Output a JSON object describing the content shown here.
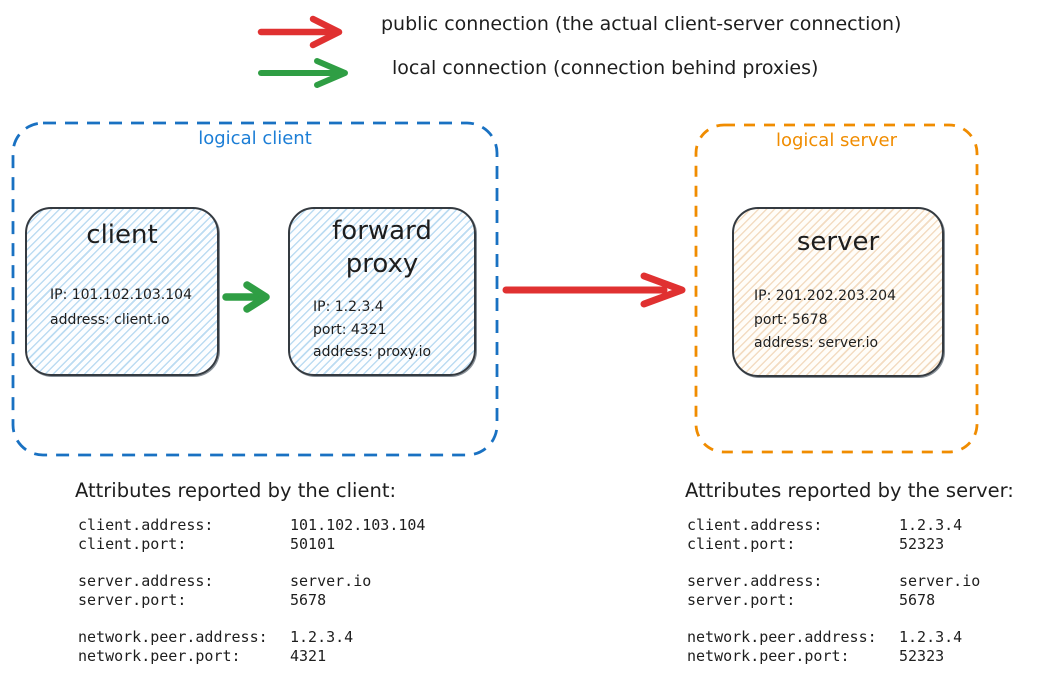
{
  "legend": {
    "items": [
      {
        "icon": "red-arrow",
        "color": "#e03131",
        "label": "public connection (the actual client-server connection)"
      },
      {
        "icon": "green-arrow",
        "color": "#2f9e44",
        "label": "local connection (connection behind proxies)"
      }
    ]
  },
  "groups": {
    "logical_client": {
      "label": "logical client",
      "color": "#1971c2",
      "nodes": [
        {
          "title": "client",
          "lines": [
            "IP: 101.102.103.104",
            "address: client.io"
          ]
        },
        {
          "title": "forward proxy",
          "lines": [
            "IP: 1.2.3.4",
            "port: 4321",
            "address: proxy.io"
          ]
        }
      ]
    },
    "logical_server": {
      "label": "logical server",
      "color": "#f08c00",
      "nodes": [
        {
          "title": "server",
          "lines": [
            "IP: 201.202.203.204",
            "port: 5678",
            "address: server.io"
          ]
        }
      ]
    }
  },
  "connections": [
    {
      "from": "client",
      "to": "forward proxy",
      "type": "local",
      "color": "#2f9e44"
    },
    {
      "from": "forward proxy",
      "to": "server",
      "type": "public",
      "color": "#e03131"
    }
  ],
  "attributes": {
    "client": {
      "heading": "Attributes reported by the client:",
      "groups": [
        [
          {
            "name": "client.address:",
            "value": "101.102.103.104"
          },
          {
            "name": "client.port:",
            "value": "50101"
          }
        ],
        [
          {
            "name": "server.address:",
            "value": "server.io"
          },
          {
            "name": "server.port:",
            "value": "5678"
          }
        ],
        [
          {
            "name": "network.peer.address:",
            "value": "1.2.3.4"
          },
          {
            "name": "network.peer.port:",
            "value": "4321"
          }
        ]
      ]
    },
    "server": {
      "heading": "Attributes reported by the server:",
      "groups": [
        [
          {
            "name": "client.address:",
            "value": "1.2.3.4"
          },
          {
            "name": "client.port:",
            "value": "52323"
          }
        ],
        [
          {
            "name": "server.address:",
            "value": "server.io"
          },
          {
            "name": "server.port:",
            "value": "5678"
          }
        ],
        [
          {
            "name": "network.peer.address:",
            "value": "1.2.3.4"
          },
          {
            "name": "network.peer.port:",
            "value": "52323"
          }
        ]
      ]
    }
  },
  "colors": {
    "blue": "#1971c2",
    "orange": "#f08c00",
    "red": "#e03131",
    "green": "#2f9e44",
    "node_border": "#343a40",
    "client_fill": "#d4e8f7",
    "server_fill": "#f9e6cf"
  }
}
